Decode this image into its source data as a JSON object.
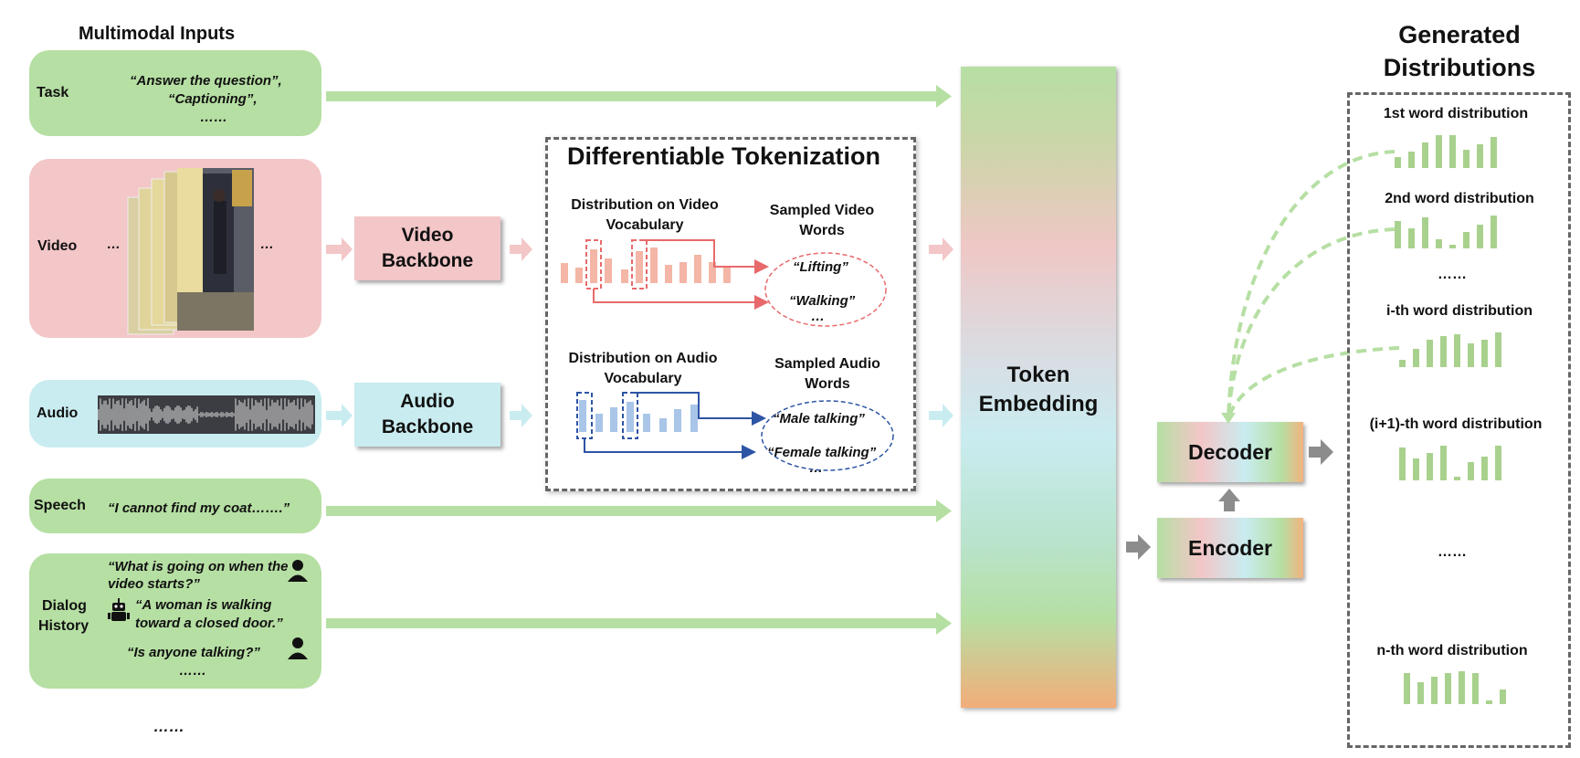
{
  "inputs": {
    "title": "Multimodal Inputs",
    "task": {
      "label": "Task",
      "lines": [
        "“Answer the question”,",
        "“Captioning”,",
        "……"
      ]
    },
    "video": {
      "label": "Video",
      "dots_left": "…",
      "dots_right": "…"
    },
    "audio": {
      "label": "Audio"
    },
    "speech": {
      "label": "Speech",
      "text": "“I cannot find my coat…….”"
    },
    "dialog": {
      "label_line1": "Dialog",
      "label_line2": "History",
      "q1_line1": "“What is going on when the",
      "q1_line2": "video starts?”",
      "a1_line1": "“A woman is walking",
      "a1_line2": "toward a closed door.”",
      "q2": "“Is anyone talking?”",
      "dots": "……"
    },
    "more": "……"
  },
  "backbones": {
    "video": [
      "Video",
      "Backbone"
    ],
    "audio": [
      "Audio",
      "Backbone"
    ]
  },
  "tokenization": {
    "title": "Differentiable Tokenization",
    "video_dist": [
      "Distribution on Video",
      "Vocabulary"
    ],
    "video_words_title": [
      "Sampled Video",
      "Words"
    ],
    "video_words": [
      "“Lifting”",
      "“Walking”",
      "…"
    ],
    "audio_dist": [
      "Distribution on Audio",
      "Vocabulary"
    ],
    "audio_words_title": [
      "Sampled Audio",
      "Words"
    ],
    "audio_words": [
      "“Male talking”",
      "“Female talking”",
      "…"
    ]
  },
  "embedding": [
    "Token",
    "Embedding"
  ],
  "encoder": "Encoder",
  "decoder": "Decoder",
  "outputs": {
    "title": [
      "Generated",
      "Distributions"
    ],
    "items": [
      "1st word distribution",
      "2nd word distribution",
      "……",
      "i-th word distribution",
      "(i+1)-th word distribution",
      "……",
      "n-th word distribution"
    ]
  },
  "colors": {
    "green": "#b6dfa3",
    "pink": "#f3c6c8",
    "cyan": "#c9ecf0",
    "video_bars": "#f4b6a6",
    "video_line": "#e8696b",
    "audio_bars": "#a9c5e8",
    "audio_line": "#2e55a4",
    "dist_bars": "#a9d18e",
    "arrow_gray": "#8c8c8c"
  }
}
